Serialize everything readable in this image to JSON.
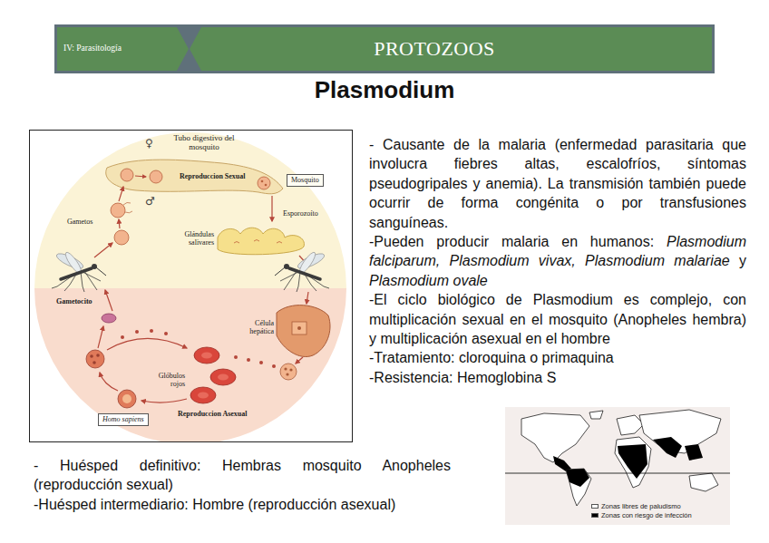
{
  "diagram": {
    "title": "Plasmodium",
    "nodes": [
      {
        "text": [
          "IV: Parasitología"
        ]
      },
      {
        "text": [
          "PROTOZOOS"
        ]
      },
      {
        "text": [
          "Mosquito"
        ]
      },
      {
        "text": [
          "Homo sapiens"
        ]
      }
    ],
    "labels": [
      "- Causante de la malaria (enfermedad parasitaria que involucra fiebres altas, escalofríos, síntomas pseudogripales y anemia). La transmisión también puede ocurrir de forma congénita o por transfusiones sanguíneas.",
      "-Pueden producir malaria en humanos:",
      "Plasmodium falciparum,",
      "Plasmodium vivax,",
      "Plasmodium malariae",
      "y",
      "Plasmodium ovale",
      "-El ciclo biológico de Plasmodium es complejo, con multiplicación sexual en el mosquito (Anopheles hembra) y multiplicación asexual en el hombre",
      "-Tratamiento: cloroquina o primaquina",
      "-Resistencia: Hemoglobina S",
      "- Huésped definitivo: Hembras mosquito Anopheles (reproducción sexual)",
      "-Huésped intermediario: Hombre (reproducción asexual)",
      "Tubo digestivo del mosquito",
      "Reproduccion Sexual",
      "♀",
      "♂",
      "Gametos",
      "Esporozoíto",
      "Glándulas salivares",
      "Gametocito",
      "Célula hepática",
      "Glóbulos rojos",
      "Reproduccion Asexual"
    ],
    "legend": [
      {
        "text": "Zonas libres de paludismo",
        "color": "#ffffff"
      },
      {
        "text": "Zonas con riesgo de infección",
        "color": "#000000"
      }
    ]
  }
}
